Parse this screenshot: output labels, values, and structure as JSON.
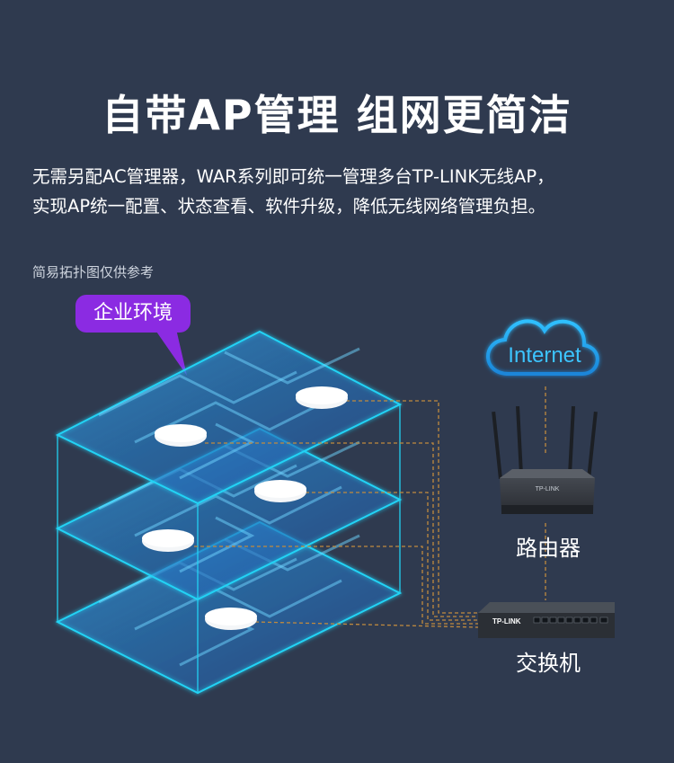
{
  "title": "自带AP管理 组网更简洁",
  "description": {
    "line1": "无需另配AC管理器，WAR系列即可统一管理多台TP-LINK无线AP，",
    "line2": "实现AP统一配置、状态查看、软件升级，降低无线网络管理负担。"
  },
  "note": "简易拓扑图仅供参考",
  "bubble": "企业环境",
  "cloud_label": "Internet",
  "router_label": "路由器",
  "switch_label": "交换机",
  "switch_brand": "TP-LINK",
  "router_brand": "TP-LINK",
  "colors": {
    "background": "#2f3a4f",
    "floor_glow": "#22d3f5",
    "floor_fill": "#1f72c9",
    "bubble": "#8b2be2",
    "cloud": "#2aa8f0",
    "cable": "#c08a3e"
  }
}
